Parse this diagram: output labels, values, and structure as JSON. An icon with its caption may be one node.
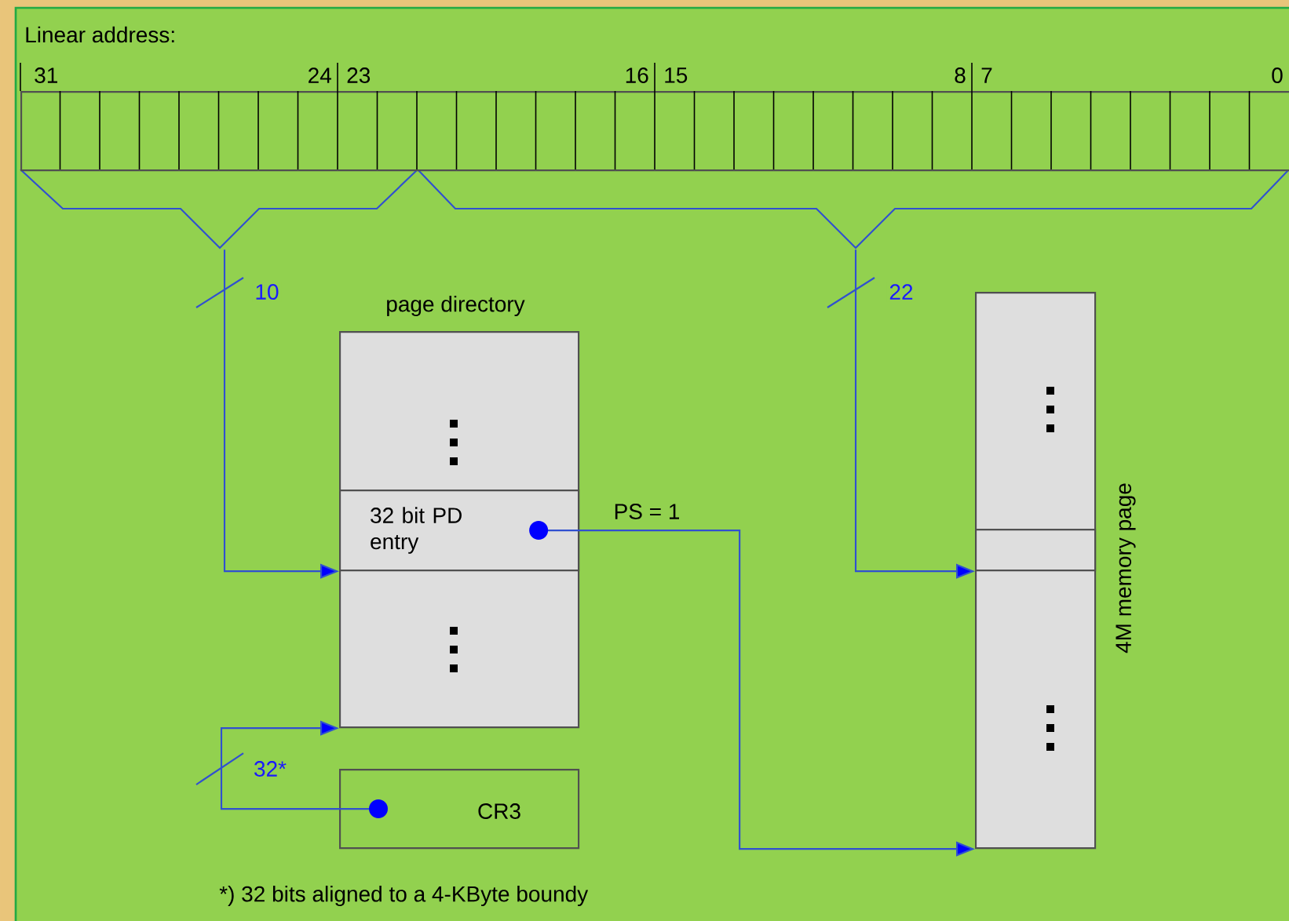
{
  "diagram": {
    "nodes": [
      {
        "text": [
          "Linear address:"
        ],
        "beside": [
          "31",
          "24",
          "23",
          "16",
          "15",
          "8",
          "7",
          "0"
        ]
      },
      {
        "text": [
          "page directory"
        ]
      },
      {
        "text": [
          "32 bit PD entry"
        ],
        "in": 1
      },
      {
        "text": [
          "CR3"
        ]
      },
      {
        "text": [
          "4M memory page"
        ]
      },
      {
        "text": [],
        "shape": "box",
        "in": 4
      }
    ],
    "edges": [
      {
        "from": 0,
        "to": 2,
        "arrow": "to",
        "label": "10"
      },
      {
        "from": 0,
        "to": 5,
        "arrow": "to",
        "label": "22"
      },
      {
        "from": 3,
        "to": 1,
        "arrow": "to",
        "label": "32*"
      },
      {
        "from": 2,
        "to": 4,
        "arrow": "to",
        "label": "PS = 1"
      }
    ],
    "labels": [
      "*) 32 bits aligned to a 4-KByte boundy"
    ]
  }
}
